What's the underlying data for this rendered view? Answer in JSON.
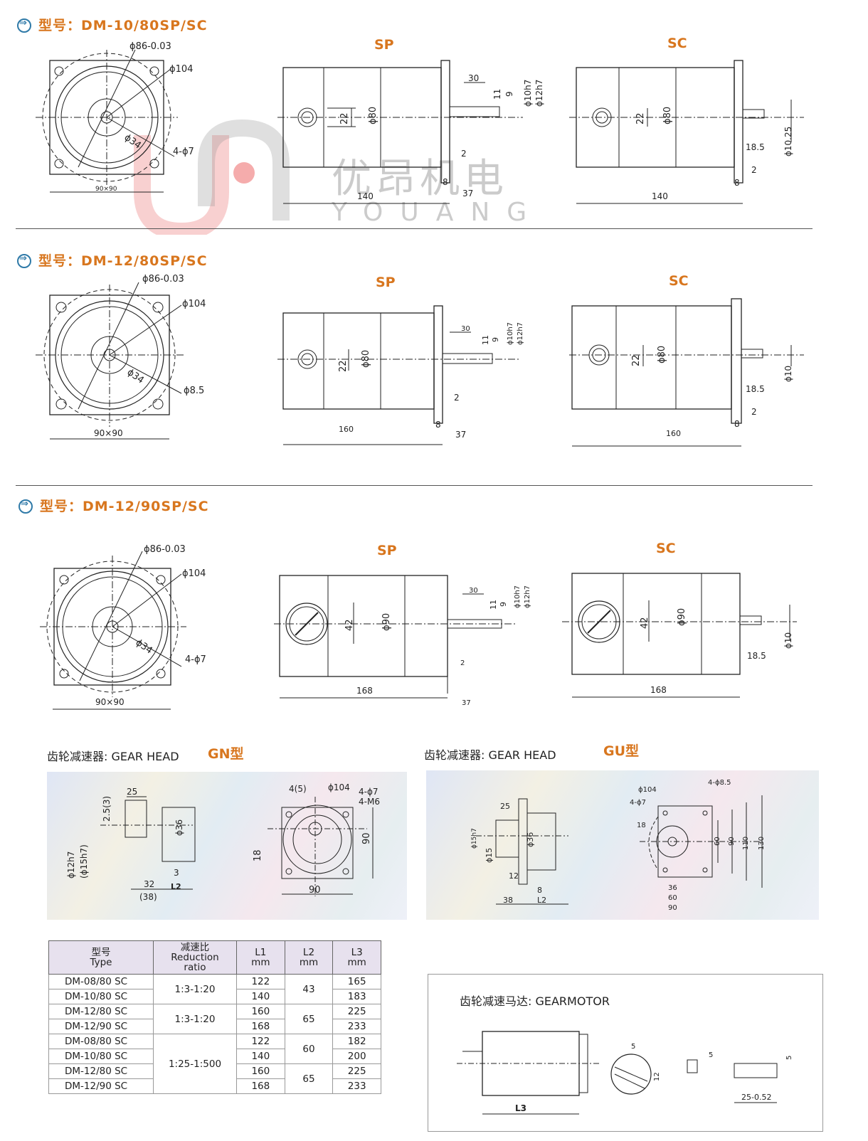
{
  "sections": [
    {
      "title": "型号：DM-10/80SP/SC",
      "sp_label": "SP",
      "sc_label": "SC",
      "front": {
        "bolt_circle": "ϕ86-0.03",
        "flange": "ϕ104",
        "pilot": "ϕ34",
        "holes": "4-ϕ7",
        "square": "90×90"
      },
      "sp": {
        "body_length": "140",
        "dia_body": "ϕ80",
        "box": "22",
        "shaft_len": "30",
        "key_w": "11",
        "key_h": "9",
        "fit1": "ϕ10h7",
        "fit2": "ϕ12h7",
        "flange_t": "2",
        "offset": "8",
        "shaft_total": "37"
      },
      "sc": {
        "body_length": "140",
        "dia_body": "ϕ80",
        "box": "22",
        "shaft_len": "18.5",
        "shaft_dia": "ϕ10.25",
        "flange_t": "2",
        "offset": "8"
      }
    },
    {
      "title": "型号：DM-12/80SP/SC",
      "sp_label": "SP",
      "sc_label": "SC",
      "front": {
        "bolt_circle": "ϕ86-0.03",
        "flange": "ϕ104",
        "pilot": "ϕ34",
        "holes": "ϕ8.5",
        "square": "90×90"
      },
      "sp": {
        "body_length": "160",
        "dia_body": "ϕ80",
        "box": "22",
        "shaft_len": "30",
        "key_w": "11",
        "key_h": "9",
        "fit1": "ϕ10h7",
        "fit2": "ϕ12h7",
        "flange_t": "2",
        "offset": "8",
        "shaft_total": "37"
      },
      "sc": {
        "body_length": "160",
        "dia_body": "ϕ80",
        "box": "22",
        "shaft_len": "18.5",
        "shaft_dia": "ϕ10",
        "flange_t": "2",
        "offset": "8"
      }
    },
    {
      "title": "型号：DM-12/90SP/SC",
      "sp_label": "SP",
      "sc_label": "SC",
      "front": {
        "bolt_circle": "ϕ86-0.03",
        "flange": "ϕ104",
        "pilot": "ϕ34",
        "holes": "4-ϕ7",
        "square": "90×90"
      },
      "sp": {
        "body_length": "168",
        "dia_body": "ϕ90",
        "box": "42",
        "shaft_len": "30",
        "key_w": "11",
        "key_h": "9",
        "fit1": "ϕ10h7",
        "fit2": "ϕ12h7",
        "flange_t": "2",
        "offset": "",
        "shaft_total": "37"
      },
      "sc": {
        "body_length": "168",
        "dia_body": "ϕ90",
        "box": "42",
        "shaft_len": "18.5",
        "shaft_dia": "ϕ10",
        "flange_t": "",
        "offset": ""
      }
    }
  ],
  "watermark": {
    "cn": "优昂机电",
    "en": "YOUANG"
  },
  "gear_heads": {
    "gn": {
      "label": "齿轮减速器: GEAR  HEAD",
      "type": "GN型",
      "dims": {
        "d25": "25",
        "d25b": "2.5(3)",
        "d36": "ϕ36",
        "d12h7": "ϕ12h7",
        "d15h7": "(ϕ15h7)",
        "d3": "3",
        "d32": "32",
        "d38": "(38)",
        "L2": "L2",
        "d45": "4(5)",
        "d104": "ϕ104",
        "d4phi7": "4-ϕ7",
        "d4m6": "4-M6",
        "d90v": "90",
        "d18": "18",
        "d90h": "90"
      }
    },
    "gu": {
      "label": "齿轮减速器: GEAR  HEAD",
      "type": "GU型",
      "dims": {
        "d25": "25",
        "d36": "ϕ36",
        "d15h7": "ϕ15h7",
        "d15": "ϕ15",
        "d12": "12",
        "d8": "8",
        "d38": "38",
        "L2": "L2",
        "d104": "ϕ104",
        "d4phi7": "4-ϕ7",
        "d4phi85": "4-ϕ8.5",
        "d18": "18",
        "d60": "60",
        "d90": "90",
        "d110": "110",
        "d130": "130",
        "d36b": "36",
        "d60b": "60",
        "d90b": "90"
      }
    }
  },
  "table": {
    "headers": [
      {
        "cn": "型号",
        "en": "Type"
      },
      {
        "cn": "减速比",
        "en": "Reduction",
        "en2": "ratio"
      },
      {
        "cn": "L1",
        "en": "mm"
      },
      {
        "cn": "L2",
        "en": "mm"
      },
      {
        "cn": "L3",
        "en": "mm"
      }
    ],
    "groups": [
      {
        "ratio": "1:3-1:20",
        "rows": [
          {
            "type": "DM-08/80 SC",
            "l1": "122",
            "l3": "165"
          },
          {
            "type": "DM-10/80 SC",
            "l1": "140",
            "l3": "183"
          }
        ],
        "l2": "43"
      },
      {
        "ratio": "1:3-1:20",
        "rows": [
          {
            "type": "DM-12/80 SC",
            "l1": "160",
            "l3": "225"
          },
          {
            "type": "DM-12/90 SC",
            "l1": "168",
            "l3": "233"
          }
        ],
        "l2": "65"
      },
      {
        "ratio": "1:25-1:500",
        "rows": [
          {
            "type": "DM-08/80 SC",
            "l1": "122",
            "l3": "182"
          },
          {
            "type": "DM-10/80 SC",
            "l1": "140",
            "l3": "200"
          }
        ],
        "l2": "60"
      },
      {
        "ratio": "",
        "rows": [
          {
            "type": "DM-12/80 SC",
            "l1": "160",
            "l3": "225"
          },
          {
            "type": "DM-12/90 SC",
            "l1": "168",
            "l3": "233"
          }
        ],
        "l2": "65"
      }
    ]
  },
  "gearmotor": {
    "label": "齿轮减速马达: GEARMOTOR",
    "L3": "L3",
    "d5a": "5",
    "d12": "12",
    "d5b": "5",
    "d5c": "5",
    "d25": "25-0.52"
  }
}
